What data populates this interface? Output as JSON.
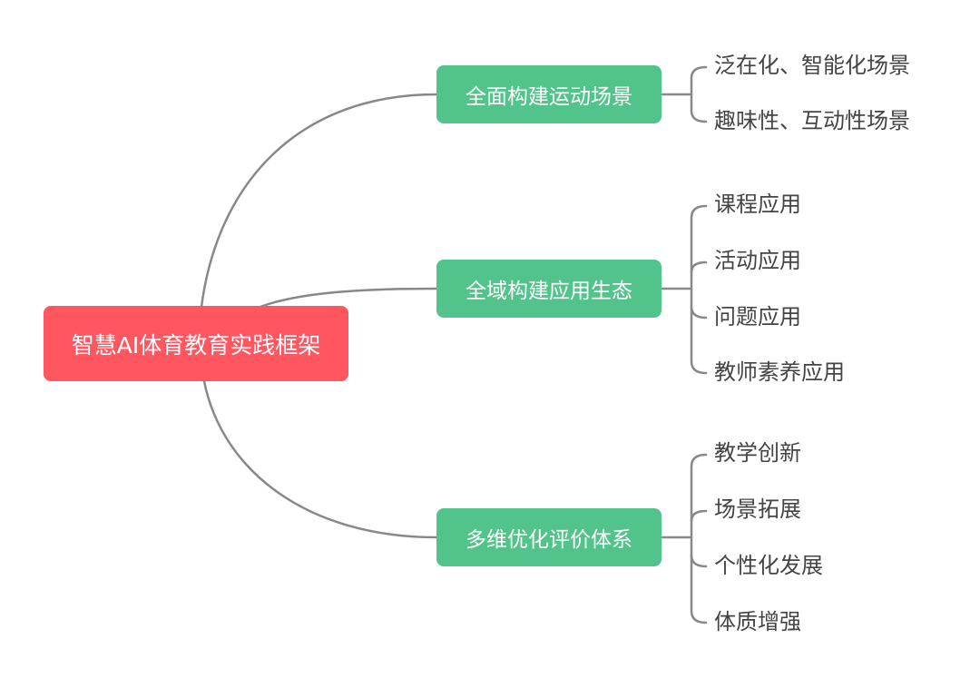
{
  "diagram": {
    "type": "mind-map",
    "colors": {
      "root": "#FF5660",
      "branch": "#52C38B",
      "connector": "#888888",
      "leaf_text": "#444444",
      "node_text": "#FFFFFF"
    },
    "root": {
      "label": "智慧AI体育教育实践框架"
    },
    "branches": [
      {
        "label": "全面构建运动场景",
        "children": [
          "泛在化、智能化场景",
          "趣味性、互动性场景"
        ]
      },
      {
        "label": "全域构建应用生态",
        "children": [
          "课程应用",
          "活动应用",
          "问题应用",
          "教师素养应用"
        ]
      },
      {
        "label": "多维优化评价体系",
        "children": [
          "教学创新",
          "场景拓展",
          "个性化发展",
          "体质增强"
        ]
      }
    ]
  }
}
